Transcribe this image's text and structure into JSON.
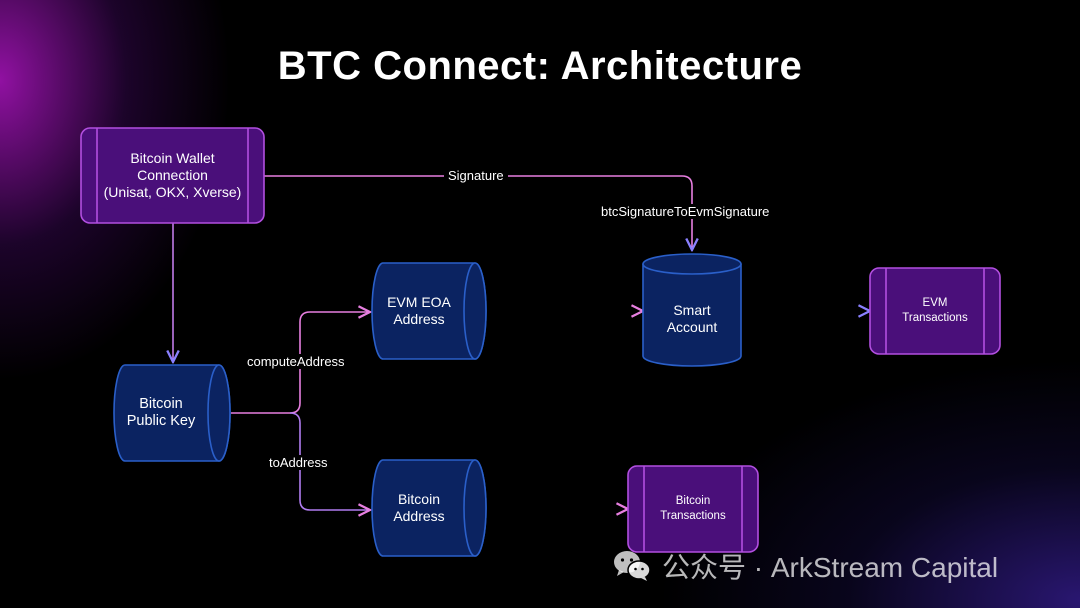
{
  "title": "BTC Connect: Architecture",
  "nodes": {
    "wallet": "Bitcoin Wallet\nConnection\n(Unisat, OKX, Xverse)",
    "pubkey": "Bitcoin\nPublic Key",
    "evm_eoa": "EVM EOA\nAddress",
    "btc_address": "Bitcoin\nAddress",
    "smart_account": "Smart\nAccount",
    "evm_tx": "EVM\nTransactions",
    "btc_tx": "Bitcoin\nTransactions"
  },
  "edges": {
    "signature": "Signature",
    "btc_sig_to_evm": "btcSignatureToEvmSignature",
    "compute_address": "computeAddress",
    "to_address": "toAddress"
  },
  "watermark": {
    "text": "公众号 · ArkStream Capital",
    "icon": "wechat-icon"
  },
  "colors": {
    "process_fill": "#4a0f7a",
    "process_stroke": "#b24fe0",
    "store_fill": "#0b2361",
    "store_stroke": "#2a5fc9",
    "arrow_pink": "#e77fe0",
    "arrow_blue": "#7f77ff"
  }
}
